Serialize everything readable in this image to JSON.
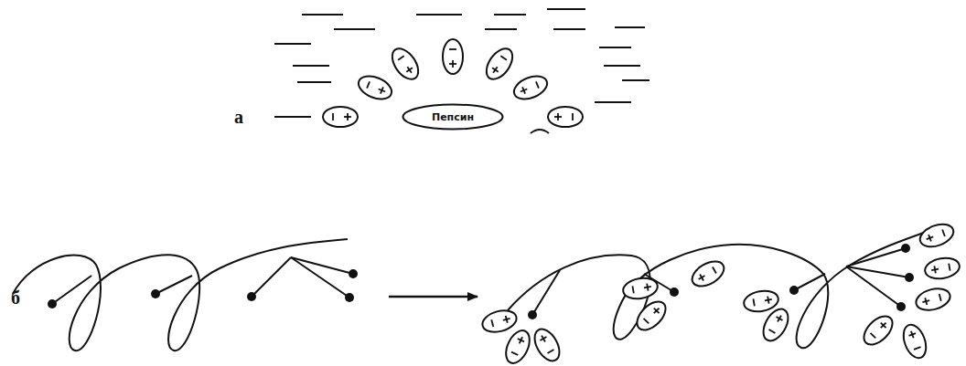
{
  "diagram": {
    "nodes": [
      {
        "text": [
          "Пепсин"
        ]
      }
    ],
    "labels": [
      "а",
      "б"
    ]
  }
}
